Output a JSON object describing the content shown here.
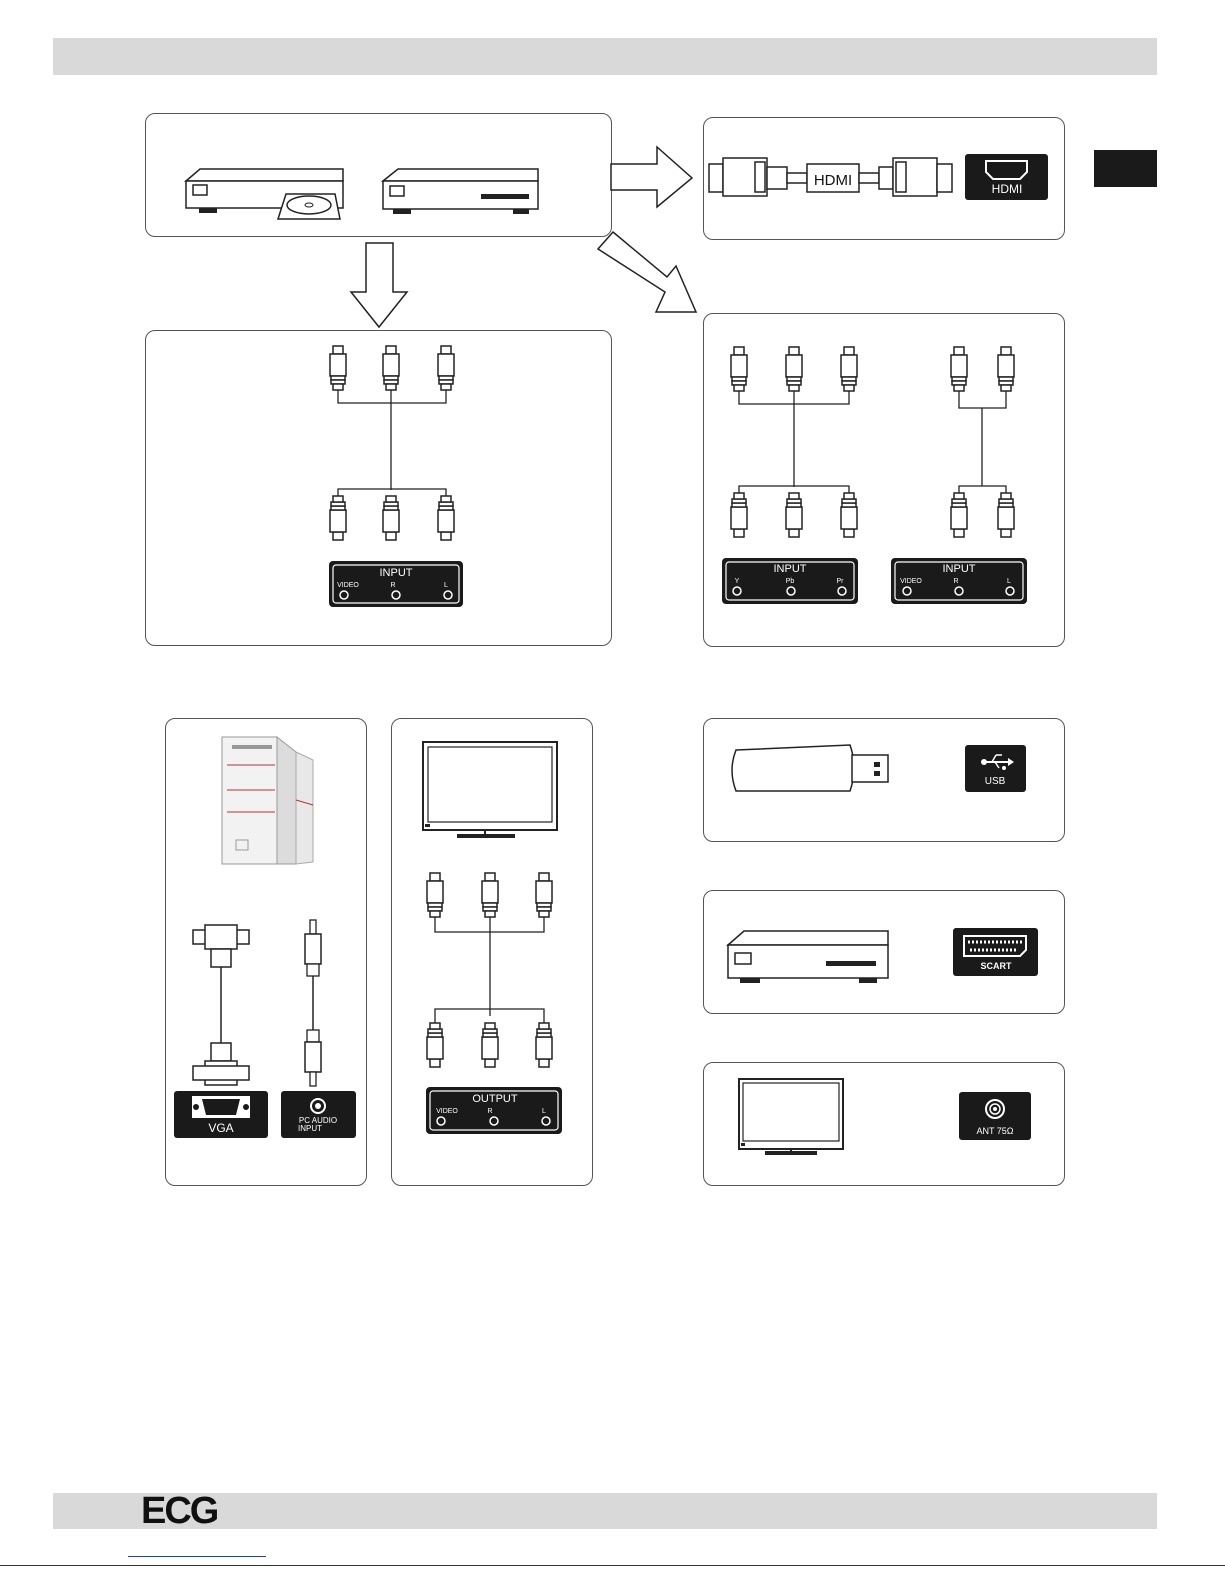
{
  "brand": {
    "logo_text": "ECG"
  },
  "hdmi": {
    "cable_label": "HDMI",
    "socket_label": "HDMI"
  },
  "av_input": {
    "title": "INPUT",
    "ports": [
      "VIDEO",
      "R",
      "L"
    ]
  },
  "component_input": {
    "title": "INPUT",
    "ports": [
      "Y",
      "Pb",
      "Pr"
    ]
  },
  "audio_input": {
    "title": "INPUT",
    "ports": [
      "VIDEO",
      "R",
      "L"
    ]
  },
  "vga": {
    "socket_label": "VGA"
  },
  "pc_audio": {
    "socket_label": "PC AUDIO\nINPUT",
    "line1": "PC AUDIO",
    "line2": "INPUT"
  },
  "av_output": {
    "title": "OUTPUT",
    "ports": [
      "VIDEO",
      "R",
      "L"
    ]
  },
  "usb": {
    "socket_label": "USB"
  },
  "scart": {
    "socket_label": "SCART"
  },
  "antenna": {
    "socket_label": "ANT 75Ω"
  }
}
